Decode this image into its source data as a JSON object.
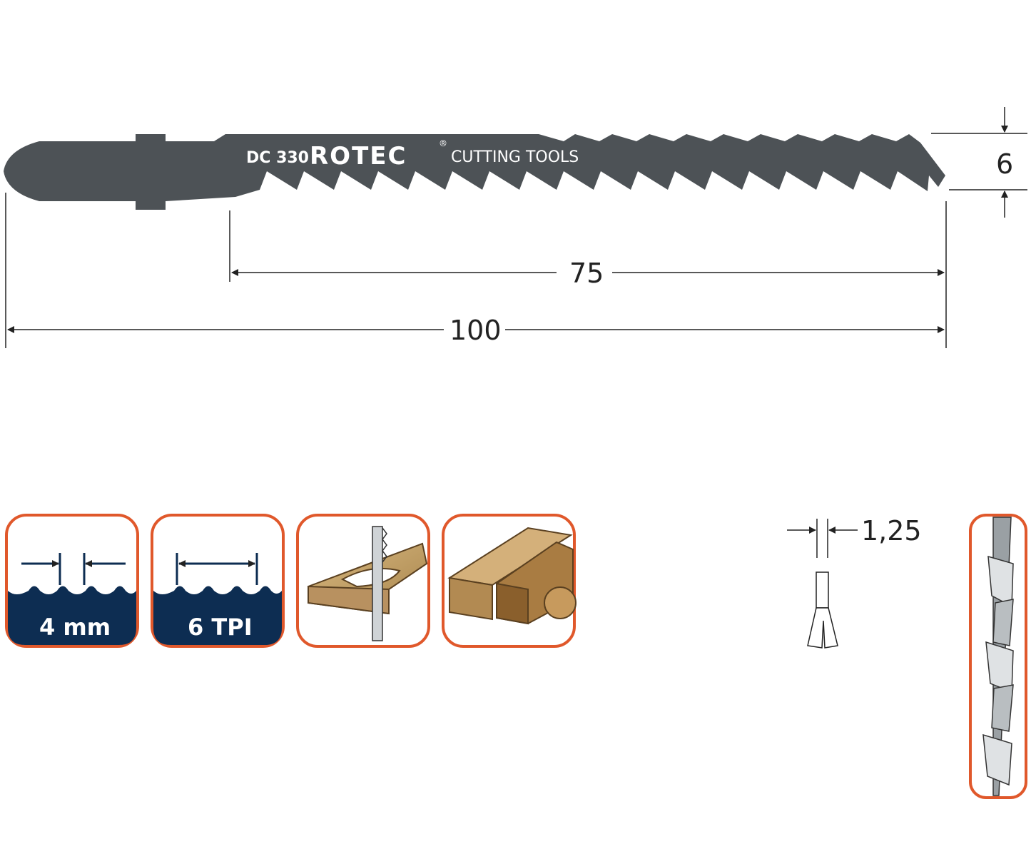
{
  "blade": {
    "model": "DC 330",
    "brand": "ROTEC",
    "registered": "®",
    "tagline": "CUTTING TOOLS"
  },
  "dimensions": {
    "height": "6",
    "cutting_length": "75",
    "total_length": "100",
    "thickness": "1,25"
  },
  "badges": {
    "tooth_pitch": "4 mm",
    "tpi": "6 TPI"
  },
  "colors": {
    "blade": "#4d5256",
    "badge_fill": "#0d2d52",
    "badge_border": "#e0582b",
    "wood_light": "#c9a670",
    "wood_dark": "#8a6a3b"
  },
  "icons": {
    "jigsaw_wood_cut": "jigsaw-wood-cut-icon",
    "wood_profiles": "wood-profiles-icon",
    "tooth_set": "tooth-set-icon"
  }
}
